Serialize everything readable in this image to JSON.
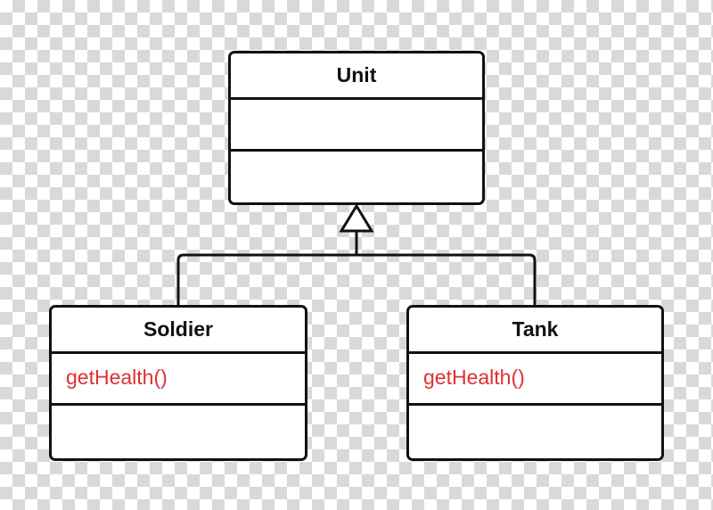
{
  "diagram": {
    "classes": {
      "unit": {
        "name": "Unit",
        "attributes": [],
        "methods": []
      },
      "soldier": {
        "name": "Soldier",
        "attributes": [
          "getHealth()"
        ],
        "methods": []
      },
      "tank": {
        "name": "Tank",
        "attributes": [
          "getHealth()"
        ],
        "methods": []
      }
    },
    "relations": [
      {
        "type": "generalization",
        "from": "Soldier",
        "to": "Unit"
      },
      {
        "type": "generalization",
        "from": "Tank",
        "to": "Unit"
      }
    ],
    "colors": {
      "line": "#111111",
      "member_text": "#e03030",
      "box_fill": "#ffffff",
      "checker": "#d9d9d9"
    }
  }
}
